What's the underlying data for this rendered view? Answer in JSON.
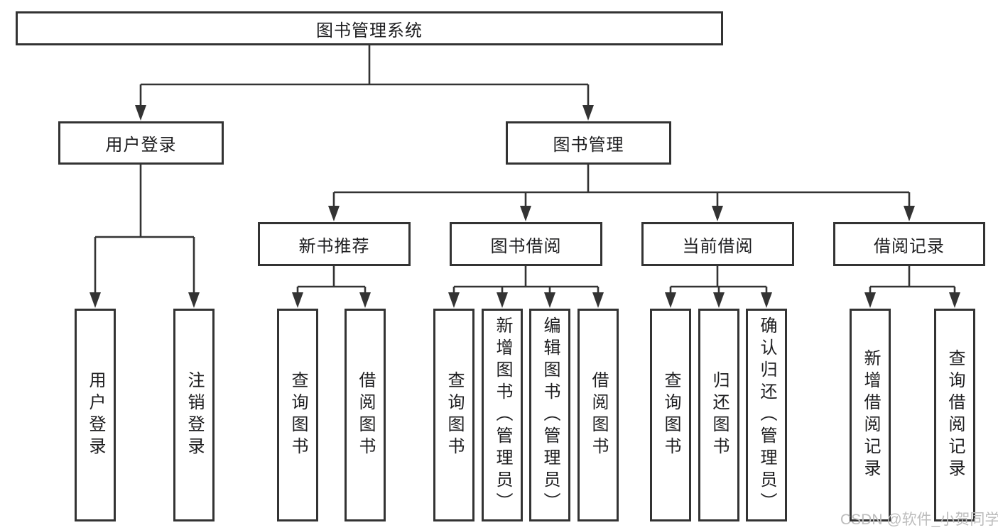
{
  "diagram": {
    "root": {
      "label": "图书管理系统"
    },
    "branches": [
      {
        "label": "用户登录",
        "children": [
          "用户登录",
          "注销登录"
        ]
      },
      {
        "label": "图书管理",
        "children": [
          {
            "label": "新书推荐",
            "children": [
              "查询图书",
              "借阅图书"
            ]
          },
          {
            "label": "图书借阅",
            "children": [
              "查询图书",
              "新增图书（管理员）",
              "编辑图书（管理员）",
              "借阅图书"
            ]
          },
          {
            "label": "当前借阅",
            "children": [
              "查询图书",
              "归还图书",
              "确认归还（管理员）"
            ]
          },
          {
            "label": "借阅记录",
            "children": [
              "新增借阅记录",
              "查询借阅记录"
            ]
          }
        ]
      }
    ]
  },
  "watermark": "CSDN @软件_小贺同学",
  "colors": {
    "line": "#333333",
    "text": "#1d1d1f",
    "watermark": "#bcbcbc",
    "background": "#ffffff"
  }
}
